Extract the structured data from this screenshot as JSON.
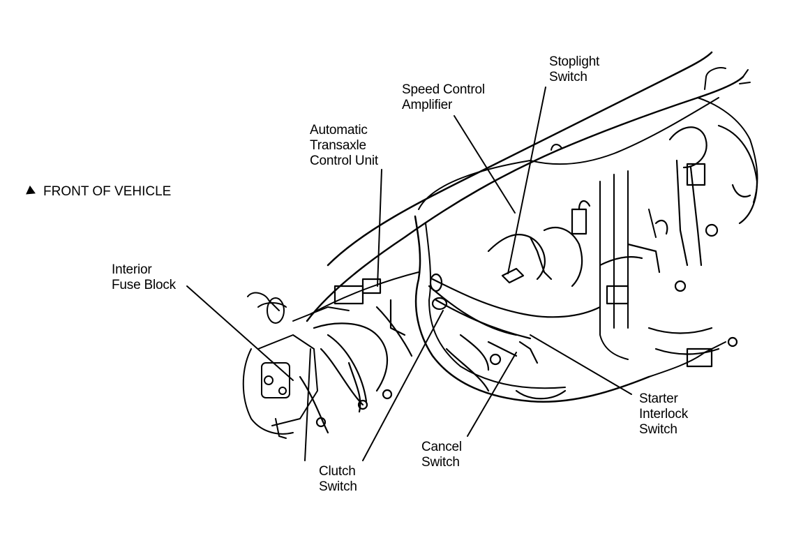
{
  "legend": {
    "front_text": "FRONT OF VEHICLE",
    "icon": "arrow-icon"
  },
  "labels": {
    "stoplight": {
      "line1": "Stoplight",
      "line2": "Switch"
    },
    "speed_control": {
      "line1": "Speed Control",
      "line2": "Amplifier"
    },
    "transaxle": {
      "line1": "Automatic",
      "line2": "Transaxle",
      "line3": "Control Unit"
    },
    "fuse_block": {
      "line1": "Interior",
      "line2": "Fuse Block"
    },
    "starter": {
      "line1": "Starter",
      "line2": "Interlock",
      "line3": "Switch"
    },
    "cancel": {
      "line1": "Cancel",
      "line2": "Switch"
    },
    "clutch": {
      "line1": "Clutch",
      "line2": "Switch"
    }
  },
  "colors": {
    "ink": "#000000",
    "paper": "#ffffff"
  }
}
